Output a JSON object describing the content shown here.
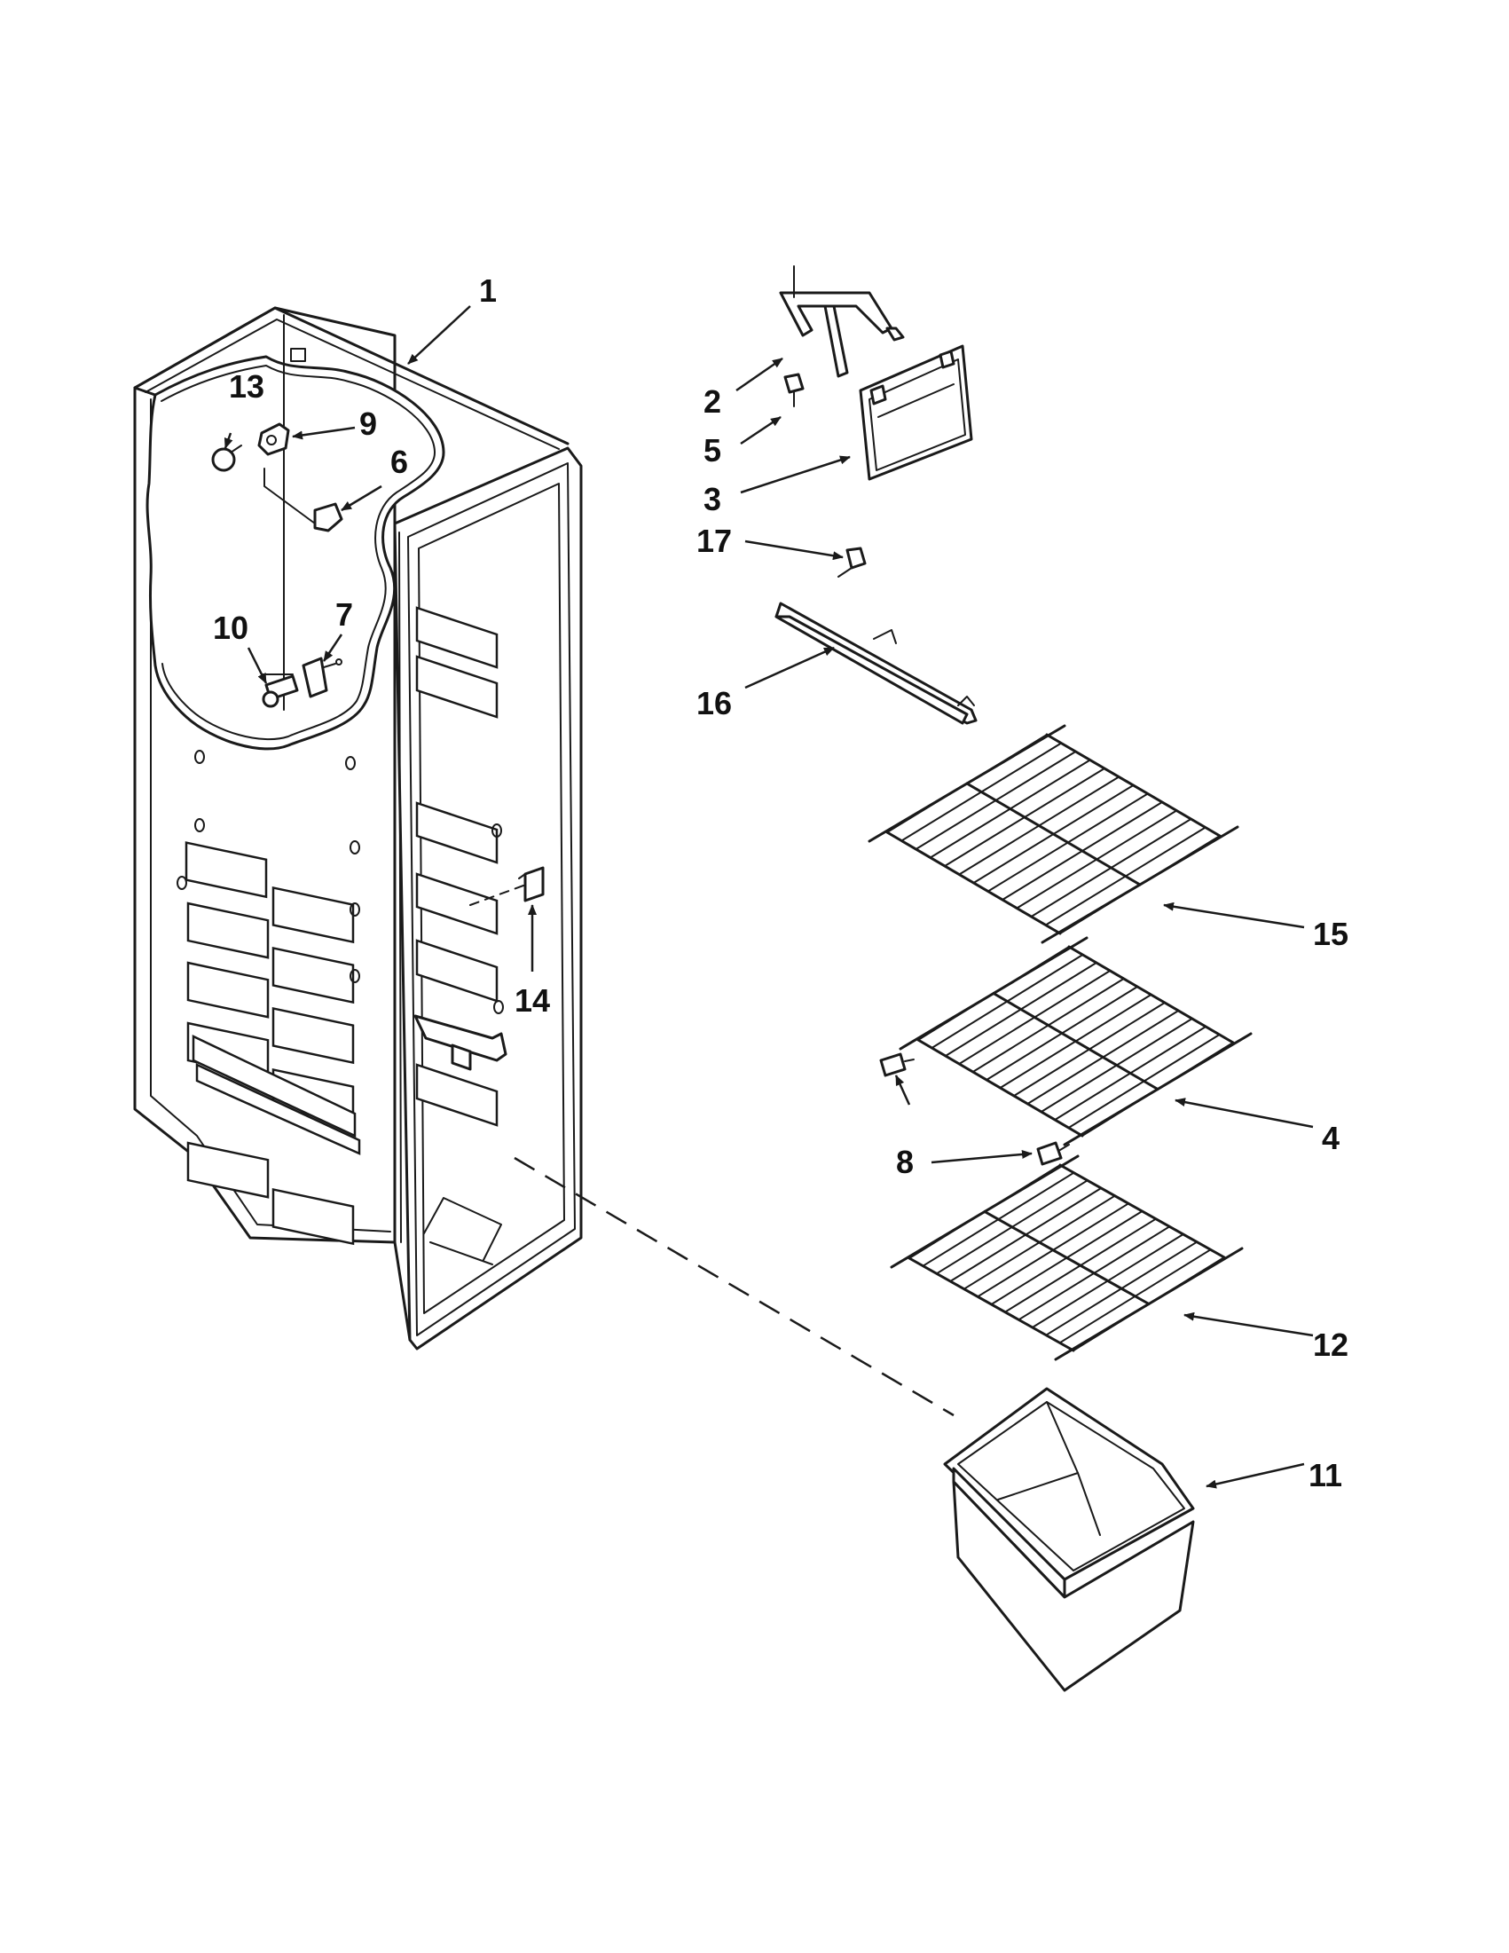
{
  "callouts": {
    "c1": "1",
    "c2": "2",
    "c3": "3",
    "c4": "4",
    "c5": "5",
    "c6": "6",
    "c7": "7",
    "c8": "8",
    "c9": "9",
    "c10": "10",
    "c11": "11",
    "c12": "12",
    "c13": "13",
    "c14": "14",
    "c15": "15",
    "c16": "16",
    "c17": "17"
  },
  "colors": {
    "ink": "#1a1a1a",
    "background": "#ffffff"
  }
}
